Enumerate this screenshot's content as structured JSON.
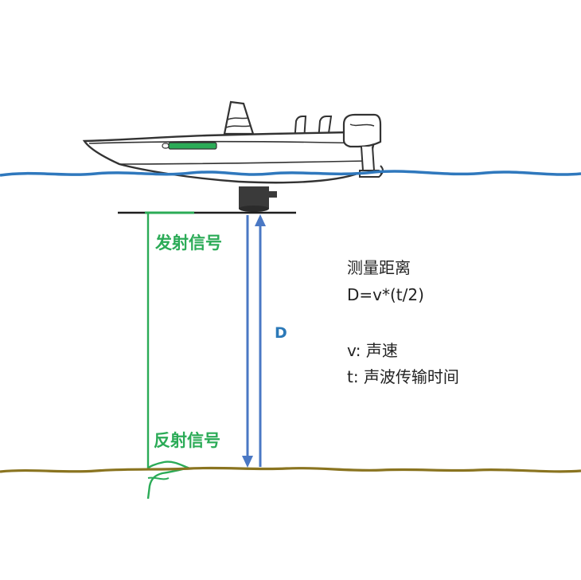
{
  "labels": {
    "transmit_signal": "发射信号",
    "reflect_signal": "反射信号",
    "distance": "D"
  },
  "formula": {
    "title": "测量距离",
    "equation": "D=v*(t/2)",
    "v_def": "v: 声速",
    "t_def": "t: 声波传输时间"
  },
  "colors": {
    "water": "#2f78bd",
    "seabed": "#8a7420",
    "signal": "#2bab57",
    "distance_arrow": "#4a78c4",
    "hull_outline": "#333333",
    "transducer": "#3a3a3a"
  }
}
